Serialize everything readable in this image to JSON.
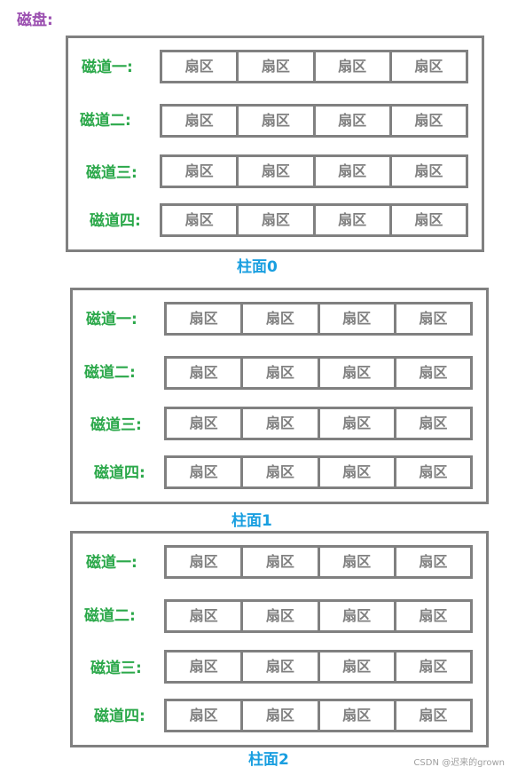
{
  "title": "磁盘:",
  "cylinders": [
    {
      "label": "柱面0",
      "tracks": [
        {
          "label": "磁道一:",
          "sectors": [
            "扇区",
            "扇区",
            "扇区",
            "扇区"
          ]
        },
        {
          "label": "磁道二:",
          "sectors": [
            "扇区",
            "扇区",
            "扇区",
            "扇区"
          ]
        },
        {
          "label": "磁道三:",
          "sectors": [
            "扇区",
            "扇区",
            "扇区",
            "扇区"
          ]
        },
        {
          "label": "磁道四:",
          "sectors": [
            "扇区",
            "扇区",
            "扇区",
            "扇区"
          ]
        }
      ]
    },
    {
      "label": "柱面1",
      "tracks": [
        {
          "label": "磁道一:",
          "sectors": [
            "扇区",
            "扇区",
            "扇区",
            "扇区"
          ]
        },
        {
          "label": "磁道二:",
          "sectors": [
            "扇区",
            "扇区",
            "扇区",
            "扇区"
          ]
        },
        {
          "label": "磁道三:",
          "sectors": [
            "扇区",
            "扇区",
            "扇区",
            "扇区"
          ]
        },
        {
          "label": "磁道四:",
          "sectors": [
            "扇区",
            "扇区",
            "扇区",
            "扇区"
          ]
        }
      ]
    },
    {
      "label": "柱面2",
      "tracks": [
        {
          "label": "磁道一:",
          "sectors": [
            "扇区",
            "扇区",
            "扇区",
            "扇区"
          ]
        },
        {
          "label": "磁道二:",
          "sectors": [
            "扇区",
            "扇区",
            "扇区",
            "扇区"
          ]
        },
        {
          "label": "磁道三:",
          "sectors": [
            "扇区",
            "扇区",
            "扇区",
            "扇区"
          ]
        },
        {
          "label": "磁道四:",
          "sectors": [
            "扇区",
            "扇区",
            "扇区",
            "扇区"
          ]
        }
      ]
    }
  ],
  "watermark": "CSDN @迟来的grown",
  "colors": {
    "title": "#9b4fb0",
    "track_label": "#2ba84a",
    "cylinder_label": "#1a9fe0",
    "border": "#808080",
    "sector_text": "#808080"
  }
}
